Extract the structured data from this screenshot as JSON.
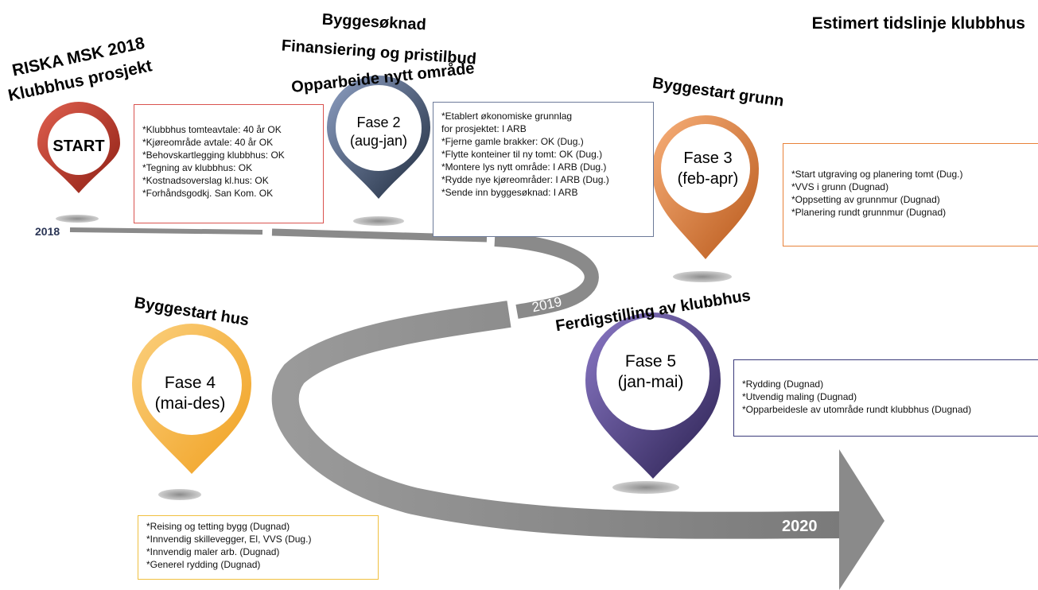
{
  "page_title": "Estimert tidslinje klubbhus",
  "project_title": {
    "line1": "RISKA MSK 2018",
    "line2": "Klubbhus prosjekt"
  },
  "years": {
    "y2018": "2018",
    "y2019": "2019",
    "y2020": "2020"
  },
  "phases": [
    {
      "pin_line1": "START",
      "pin_line2": "",
      "heading": [],
      "color": "#c0392b",
      "items": [
        "*Klubbhus tomteavtale: 40 år OK",
        "*Kjøreområde avtale: 40 år OK",
        "*Behovskartlegging klubbhus: OK",
        "*Tegning av klubbhus: OK",
        "*Kostnadsoverslag kl.hus: OK",
        "*Forhåndsgodkj. San Kom. OK"
      ],
      "box_border": "#d9534f"
    },
    {
      "pin_line1": "Fase 2",
      "pin_line2": "(aug-jan)",
      "heading": [
        "Byggesøknad",
        "Finansiering og pristilbud",
        "Opparbeide nytt område"
      ],
      "color": "#2c3e50",
      "items": [
        "*Etablert økonomiske grunnlag",
        "for prosjektet: I ARB",
        "*Fjerne gamle brakker: OK (Dug.)",
        "*Flytte konteiner til ny tomt: OK (Dug.)",
        "*Montere lys nytt område: I ARB (Dug.)",
        "*Rydde nye kjøreområder: I ARB (Dug.)",
        "*Sende inn byggesøknad: I ARB"
      ],
      "box_border": "#6c7a99"
    },
    {
      "pin_line1": "Fase 3",
      "pin_line2": "(feb-apr)",
      "heading": [
        "Byggestart grunn"
      ],
      "color": "#e67e22",
      "items": [
        "*Start utgraving og planering tomt (Dug.)",
        "*VVS i grunn (Dugnad)",
        "*Oppsetting av grunnmur (Dugnad)",
        "*Planering rundt grunnmur (Dugnad)"
      ],
      "box_border": "#e8823a"
    },
    {
      "pin_line1": "Fase 4",
      "pin_line2": "(mai-des)",
      "heading": [
        "Byggestart hus"
      ],
      "color": "#f5b041",
      "items": [
        "*Reising og tetting bygg (Dugnad)",
        "*Innvendig skillevegger, El, VVS (Dug.)",
        "*Innvendig maler arb. (Dugnad)",
        "*Generel rydding (Dugnad)"
      ],
      "box_border": "#f0c040"
    },
    {
      "pin_line1": "Fase 5",
      "pin_line2": "(jan-mai)",
      "heading": [
        "Ferdigstilling av klubbhus"
      ],
      "color": "#4a3a7a",
      "items": [
        "*Rydding (Dugnad)",
        "*Utvendig maling (Dugnad)",
        "*Opparbeidesle av utområde rundt klubbhus (Dugnad)"
      ],
      "box_border": "#3a3a7a"
    }
  ]
}
